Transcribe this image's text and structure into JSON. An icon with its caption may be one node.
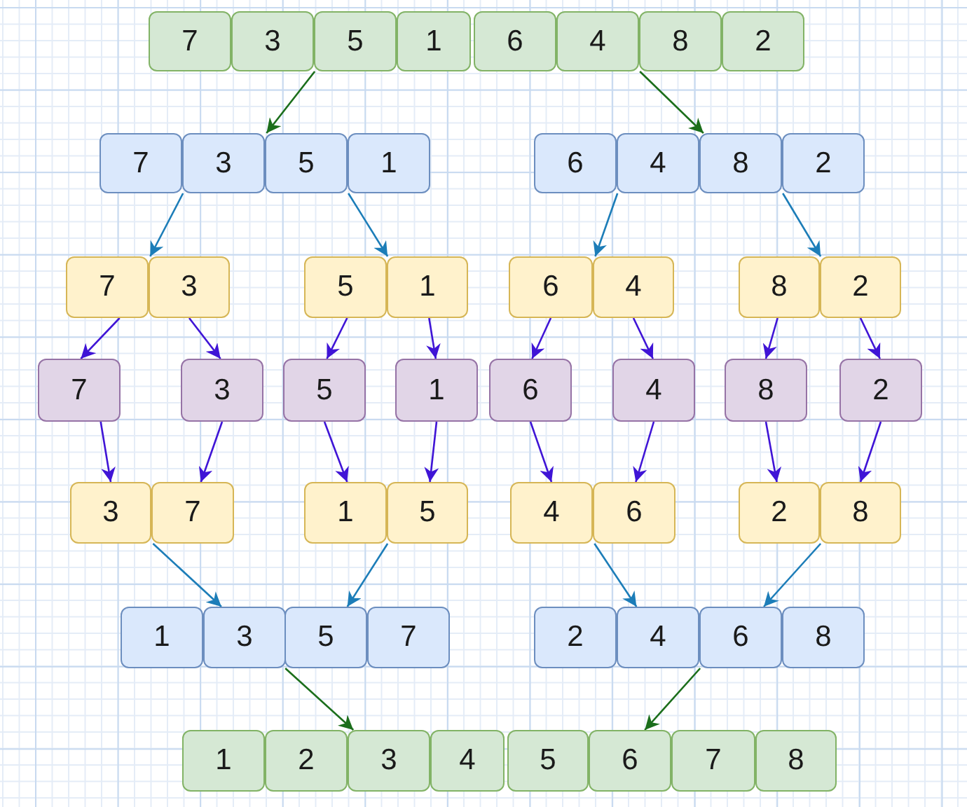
{
  "diagram": {
    "nodes": [
      {
        "text": [
          "7"
        ]
      },
      {
        "text": [
          "3"
        ]
      },
      {
        "text": [
          "5"
        ]
      },
      {
        "text": [
          "1"
        ]
      },
      {
        "text": [
          "6"
        ]
      },
      {
        "text": [
          "4"
        ]
      },
      {
        "text": [
          "8"
        ]
      },
      {
        "text": [
          "2"
        ]
      },
      {
        "text": [
          "7"
        ]
      },
      {
        "text": [
          "3"
        ]
      },
      {
        "text": [
          "5"
        ]
      },
      {
        "text": [
          "1"
        ]
      },
      {
        "text": [
          "6"
        ]
      },
      {
        "text": [
          "4"
        ]
      },
      {
        "text": [
          "8"
        ]
      },
      {
        "text": [
          "2"
        ]
      },
      {
        "text": [
          "7"
        ]
      },
      {
        "text": [
          "3"
        ]
      },
      {
        "text": [
          "5"
        ]
      },
      {
        "text": [
          "1"
        ]
      },
      {
        "text": [
          "6"
        ]
      },
      {
        "text": [
          "4"
        ]
      },
      {
        "text": [
          "8"
        ]
      },
      {
        "text": [
          "2"
        ]
      },
      {
        "text": [
          "7"
        ]
      },
      {
        "text": [
          "3"
        ]
      },
      {
        "text": [
          "5"
        ]
      },
      {
        "text": [
          "1"
        ]
      },
      {
        "text": [
          "6"
        ]
      },
      {
        "text": [
          "4"
        ]
      },
      {
        "text": [
          "8"
        ]
      },
      {
        "text": [
          "2"
        ]
      },
      {
        "text": [
          "3"
        ]
      },
      {
        "text": [
          "7"
        ]
      },
      {
        "text": [
          "1"
        ]
      },
      {
        "text": [
          "5"
        ]
      },
      {
        "text": [
          "4"
        ]
      },
      {
        "text": [
          "6"
        ]
      },
      {
        "text": [
          "2"
        ]
      },
      {
        "text": [
          "8"
        ]
      },
      {
        "text": [
          "1"
        ]
      },
      {
        "text": [
          "3"
        ]
      },
      {
        "text": [
          "5"
        ]
      },
      {
        "text": [
          "7"
        ]
      },
      {
        "text": [
          "2"
        ]
      },
      {
        "text": [
          "4"
        ]
      },
      {
        "text": [
          "6"
        ]
      },
      {
        "text": [
          "8"
        ]
      },
      {
        "text": [
          "1"
        ]
      },
      {
        "text": [
          "2"
        ]
      },
      {
        "text": [
          "3"
        ]
      },
      {
        "text": [
          "4"
        ]
      },
      {
        "text": [
          "5"
        ]
      },
      {
        "text": [
          "6"
        ]
      },
      {
        "text": [
          "7"
        ]
      },
      {
        "text": [
          "8"
        ]
      }
    ],
    "edges": [
      {
        "from": 2,
        "to": 10,
        "arrow": "to",
        "color": "#1b6e1b"
      },
      {
        "from": 6,
        "to": 14,
        "arrow": "to",
        "color": "#1b6e1b"
      },
      {
        "from": 9,
        "to": 17,
        "arrow": "to",
        "color": "#1c7db8"
      },
      {
        "from": 11,
        "to": 19,
        "arrow": "to",
        "color": "#1c7db8"
      },
      {
        "from": 13,
        "to": 21,
        "arrow": "to",
        "color": "#1c7db8"
      },
      {
        "from": 15,
        "to": 23,
        "arrow": "to",
        "color": "#1c7db8"
      },
      {
        "from": 16,
        "to": 24,
        "arrow": "to"
      },
      {
        "from": 17,
        "to": 25,
        "arrow": "to"
      },
      {
        "from": 18,
        "to": 26,
        "arrow": "to"
      },
      {
        "from": 19,
        "to": 27,
        "arrow": "to"
      },
      {
        "from": 20,
        "to": 28,
        "arrow": "to"
      },
      {
        "from": 21,
        "to": 29,
        "arrow": "to"
      },
      {
        "from": 22,
        "to": 30,
        "arrow": "to"
      },
      {
        "from": 23,
        "to": 31,
        "arrow": "to"
      },
      {
        "from": 24,
        "to": 32,
        "arrow": "to"
      },
      {
        "from": 25,
        "to": 33,
        "arrow": "to"
      },
      {
        "from": 26,
        "to": 34,
        "arrow": "to"
      },
      {
        "from": 27,
        "to": 35,
        "arrow": "to"
      },
      {
        "from": 28,
        "to": 36,
        "arrow": "to"
      },
      {
        "from": 29,
        "to": 37,
        "arrow": "to"
      },
      {
        "from": 30,
        "to": 38,
        "arrow": "to"
      },
      {
        "from": 31,
        "to": 39,
        "arrow": "to"
      },
      {
        "from": 33,
        "to": 41,
        "arrow": "to",
        "color": "#1c7db8"
      },
      {
        "from": 35,
        "to": 42,
        "arrow": "to",
        "color": "#1c7db8"
      },
      {
        "from": 37,
        "to": 45,
        "arrow": "to",
        "color": "#1c7db8"
      },
      {
        "from": 39,
        "to": 46,
        "arrow": "to",
        "color": "#1c7db8"
      },
      {
        "from": 42,
        "to": 50,
        "arrow": "to",
        "color": "#1b6e1b"
      },
      {
        "from": 46,
        "to": 53,
        "arrow": "to",
        "color": "#1b6e1b"
      }
    ]
  }
}
